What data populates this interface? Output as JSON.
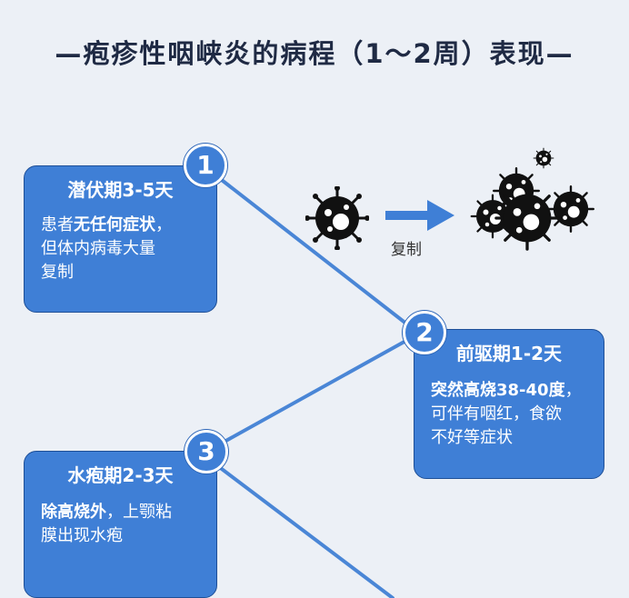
{
  "title": "—疱疹性咽峡炎的病程（1～2周）表现—",
  "colors": {
    "card": "#3f7fd6",
    "card_border": "#1e4f97",
    "line": "#4a86d6",
    "background": "#ecf0f6"
  },
  "stages": [
    {
      "number": "1",
      "title": "潜伏期3-5天",
      "body": [
        {
          "text": "患者",
          "bold": false
        },
        {
          "text": "无任何症状",
          "bold": true
        },
        {
          "text": "，",
          "bold": false
        },
        {
          "text": "但体内病毒大量",
          "bold": false,
          "break_before": true
        },
        {
          "text": "复制",
          "bold": false,
          "break_before": true
        }
      ]
    },
    {
      "number": "2",
      "title": "前驱期1-2天",
      "body": [
        {
          "text": "突然高烧38-40度",
          "bold": true
        },
        {
          "text": "，",
          "bold": false
        },
        {
          "text": "可伴有咽红，食欲",
          "bold": false,
          "break_before": true
        },
        {
          "text": "不好等症状",
          "bold": false,
          "break_before": true
        }
      ]
    },
    {
      "number": "3",
      "title": "水疱期2-3天",
      "body": [
        {
          "text": "除高烧外",
          "bold": true
        },
        {
          "text": "，上颚粘",
          "bold": false
        },
        {
          "text": "膜出现水疱",
          "bold": false,
          "break_before": true
        }
      ]
    }
  ],
  "replicate_label": "复制",
  "icons": [
    "virus-icon",
    "arrow-right-icon",
    "virus-cluster-icon"
  ]
}
